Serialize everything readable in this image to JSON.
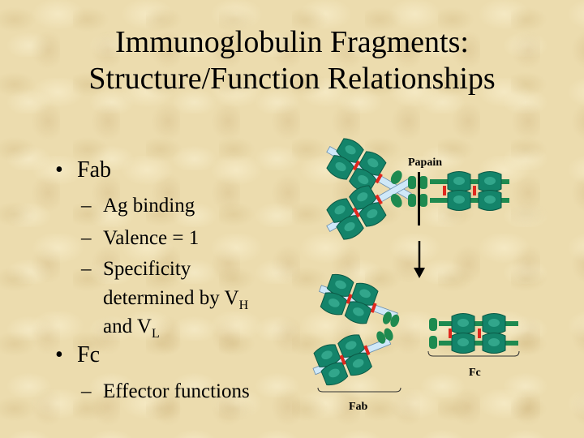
{
  "title": {
    "line1": "Immunoglobulin Fragments:",
    "line2": "Structure/Function Relationships"
  },
  "bullets": {
    "fab": {
      "label": "Fab",
      "items": [
        "Ag binding",
        "Valence = 1",
        "Specificity"
      ],
      "spec_line2_text": "determined by V",
      "spec_line2_sub": "H",
      "spec_line3_text": "and V",
      "spec_line3_sub": "L"
    },
    "fc": {
      "label": "Fc",
      "items": [
        "Effector functions"
      ]
    }
  },
  "diagram": {
    "papain_label": "Papain",
    "fab_label": "Fab",
    "fc_label": "Fc",
    "colors": {
      "domain": "#14846a",
      "domain_light": "#3fb59a",
      "hinge": "#1e8a50",
      "disulfide": "#e0281e",
      "light_chain": "#cfe8f8",
      "arrow": "#000000"
    }
  }
}
